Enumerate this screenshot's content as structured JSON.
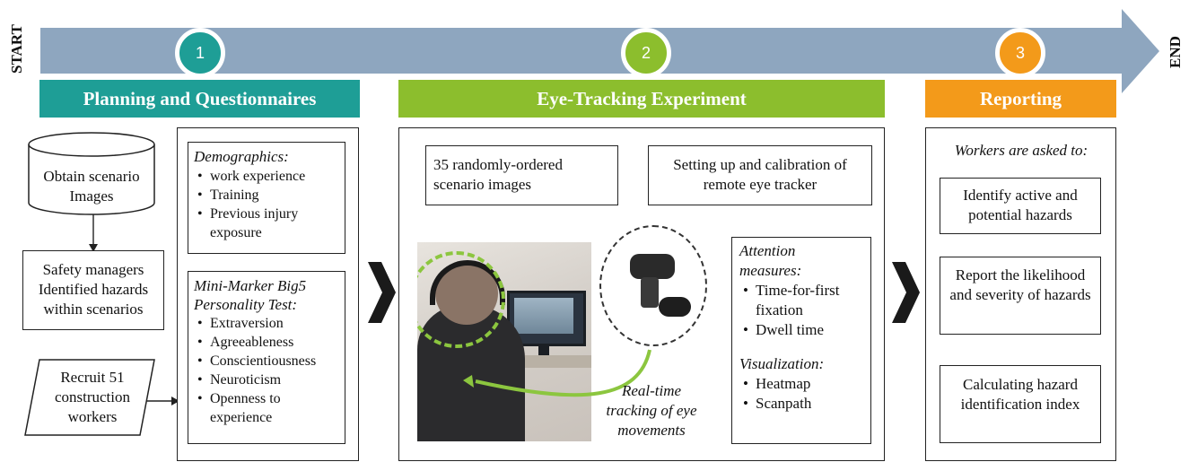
{
  "timeline": {
    "start": "START",
    "end": "END",
    "steps": [
      "1",
      "2",
      "3"
    ]
  },
  "colors": {
    "timeline": "#8ea6bf",
    "planning": "#1e9e96",
    "eye_tracking": "#8cbe2d",
    "reporting": "#f39a1a",
    "gaze": "#8cc63f"
  },
  "planning": {
    "header": "Planning and Questionnaires",
    "db_label": "Obtain scenario Images",
    "safety_box": "Safety managers Identified hazards within scenarios",
    "recruit": "Recruit 51 construction workers",
    "demographics": {
      "title": "Demographics:",
      "items": [
        "work experience",
        "Training",
        "Previous injury exposure"
      ]
    },
    "personality": {
      "title": "Mini-Marker Big5 Personality Test:",
      "items": [
        "Extraversion",
        "Agreeableness",
        "Conscientiousness",
        "Neuroticism",
        "Openness to experience"
      ]
    }
  },
  "eye_tracking": {
    "header": "Eye-Tracking Experiment",
    "images_box": "35 randomly-ordered scenario images",
    "calibration_box": "Setting up and calibration of remote eye tracker",
    "realtime_caption": "Real-time tracking of eye movements",
    "attention": {
      "title": "Attention measures:",
      "items": [
        "Time-for-first fixation",
        "Dwell time"
      ]
    },
    "visualization": {
      "title": "Visualization:",
      "items": [
        "Heatmap",
        "Scanpath"
      ]
    }
  },
  "reporting": {
    "header": "Reporting",
    "intro": "Workers are asked to:",
    "box1": "Identify active and potential hazards",
    "box2": "Report the likelihood and severity of hazards",
    "box3": "Calculating hazard identification index"
  }
}
